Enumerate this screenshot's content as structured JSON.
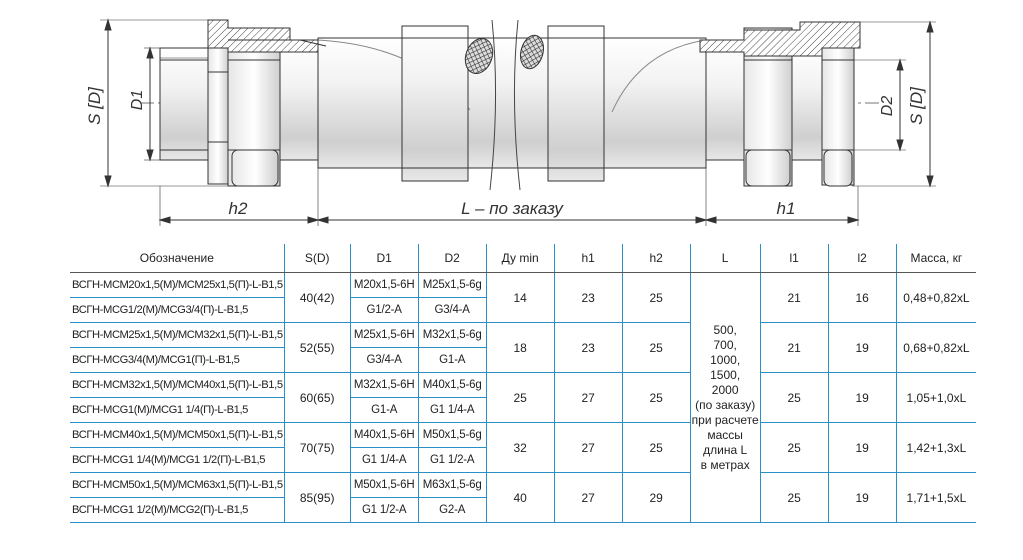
{
  "drawing": {
    "dim_s_left": "S [D]",
    "dim_d1": "D1",
    "dim_d2": "D2",
    "dim_s_right": "S [D]",
    "dim_h2": "h2",
    "dim_l": "L – по заказу",
    "dim_h1": "h1"
  },
  "table": {
    "headers": {
      "designation": "Обозначение",
      "s": "S(D)",
      "d1": "D1",
      "d2": "D2",
      "du": "Ду min",
      "h1": "h1",
      "h2": "h2",
      "l": "L",
      "l1": "l1",
      "l2": "l2",
      "mass": "Масса, кг"
    },
    "groups": [
      {
        "rows": [
          {
            "designation": "ВСГН-МСМ20х1,5(М)/МСМ25х1,5(П)-L-В1,5",
            "d1": "М20х1,5-6Н",
            "d2": "М25х1,5-6g"
          },
          {
            "designation": "ВСГН-МСG1/2(М)/МСG3/4(П)-L-В1,5",
            "d1": "G1/2-A",
            "d2": "G3/4-A"
          }
        ],
        "s": "40(42)",
        "du": "14",
        "h1": "23",
        "h2": "25",
        "l1": "21",
        "l2": "16",
        "mass": "0,48+0,82хL"
      },
      {
        "rows": [
          {
            "designation": "ВСГН-МСМ25х1,5(М)/МСМ32х1,5(П)-L-В1,5",
            "d1": "М25х1,5-6Н",
            "d2": "М32х1,5-6g"
          },
          {
            "designation": "ВСГН-МСG3/4(М)/МСG1(П)-L-В1,5",
            "d1": "G3/4-A",
            "d2": "G1-A"
          }
        ],
        "s": "52(55)",
        "du": "18",
        "h1": "23",
        "h2": "25",
        "l1": "21",
        "l2": "19",
        "mass": "0,68+0,82хL"
      },
      {
        "rows": [
          {
            "designation": "ВСГН-МСМ32х1,5(М)/МСМ40х1,5(П)-L-В1,5",
            "d1": "М32х1,5-6Н",
            "d2": "М40х1,5-6g"
          },
          {
            "designation": "ВСГН-МСG1(М)/МСG1 1/4(П)-L-В1,5",
            "d1": "G1-A",
            "d2": "G1 1/4-A"
          }
        ],
        "s": "60(65)",
        "du": "25",
        "h1": "27",
        "h2": "25",
        "l1": "25",
        "l2": "19",
        "mass": "1,05+1,0хL"
      },
      {
        "rows": [
          {
            "designation": "ВСГН-МСМ40х1,5(М)/МСМ50х1,5(П)-L-В1,5",
            "d1": "М40х1,5-6Н",
            "d2": "М50х1,5-6g"
          },
          {
            "designation": "ВСГН-МСG1 1/4(М)/МСG1 1/2(П)-L-В1,5",
            "d1": "G1 1/4-A",
            "d2": "G1 1/2-A"
          }
        ],
        "s": "70(75)",
        "du": "32",
        "h1": "27",
        "h2": "25",
        "l1": "25",
        "l2": "19",
        "mass": "1,42+1,3хL"
      },
      {
        "rows": [
          {
            "designation": "ВСГН-МСМ50х1,5(М)/МСМ63х1,5(П)-L-В1,5",
            "d1": "М50х1,5-6Н",
            "d2": "М63х1,5-6g"
          },
          {
            "designation": "ВСГН-МСG1 1/2(М)/МСG2(П)-L-В1,5",
            "d1": "G1 1/2-A",
            "d2": "G2-A"
          }
        ],
        "s": "85(95)",
        "du": "40",
        "h1": "27",
        "h2": "29",
        "l1": "25",
        "l2": "19",
        "mass": "1,71+1,5хL"
      }
    ],
    "l_note": [
      "500,",
      "700,",
      "1000,",
      "1500,",
      "2000",
      "(по заказу)",
      "при расчете",
      "массы",
      "длина L",
      "в метрах"
    ]
  }
}
